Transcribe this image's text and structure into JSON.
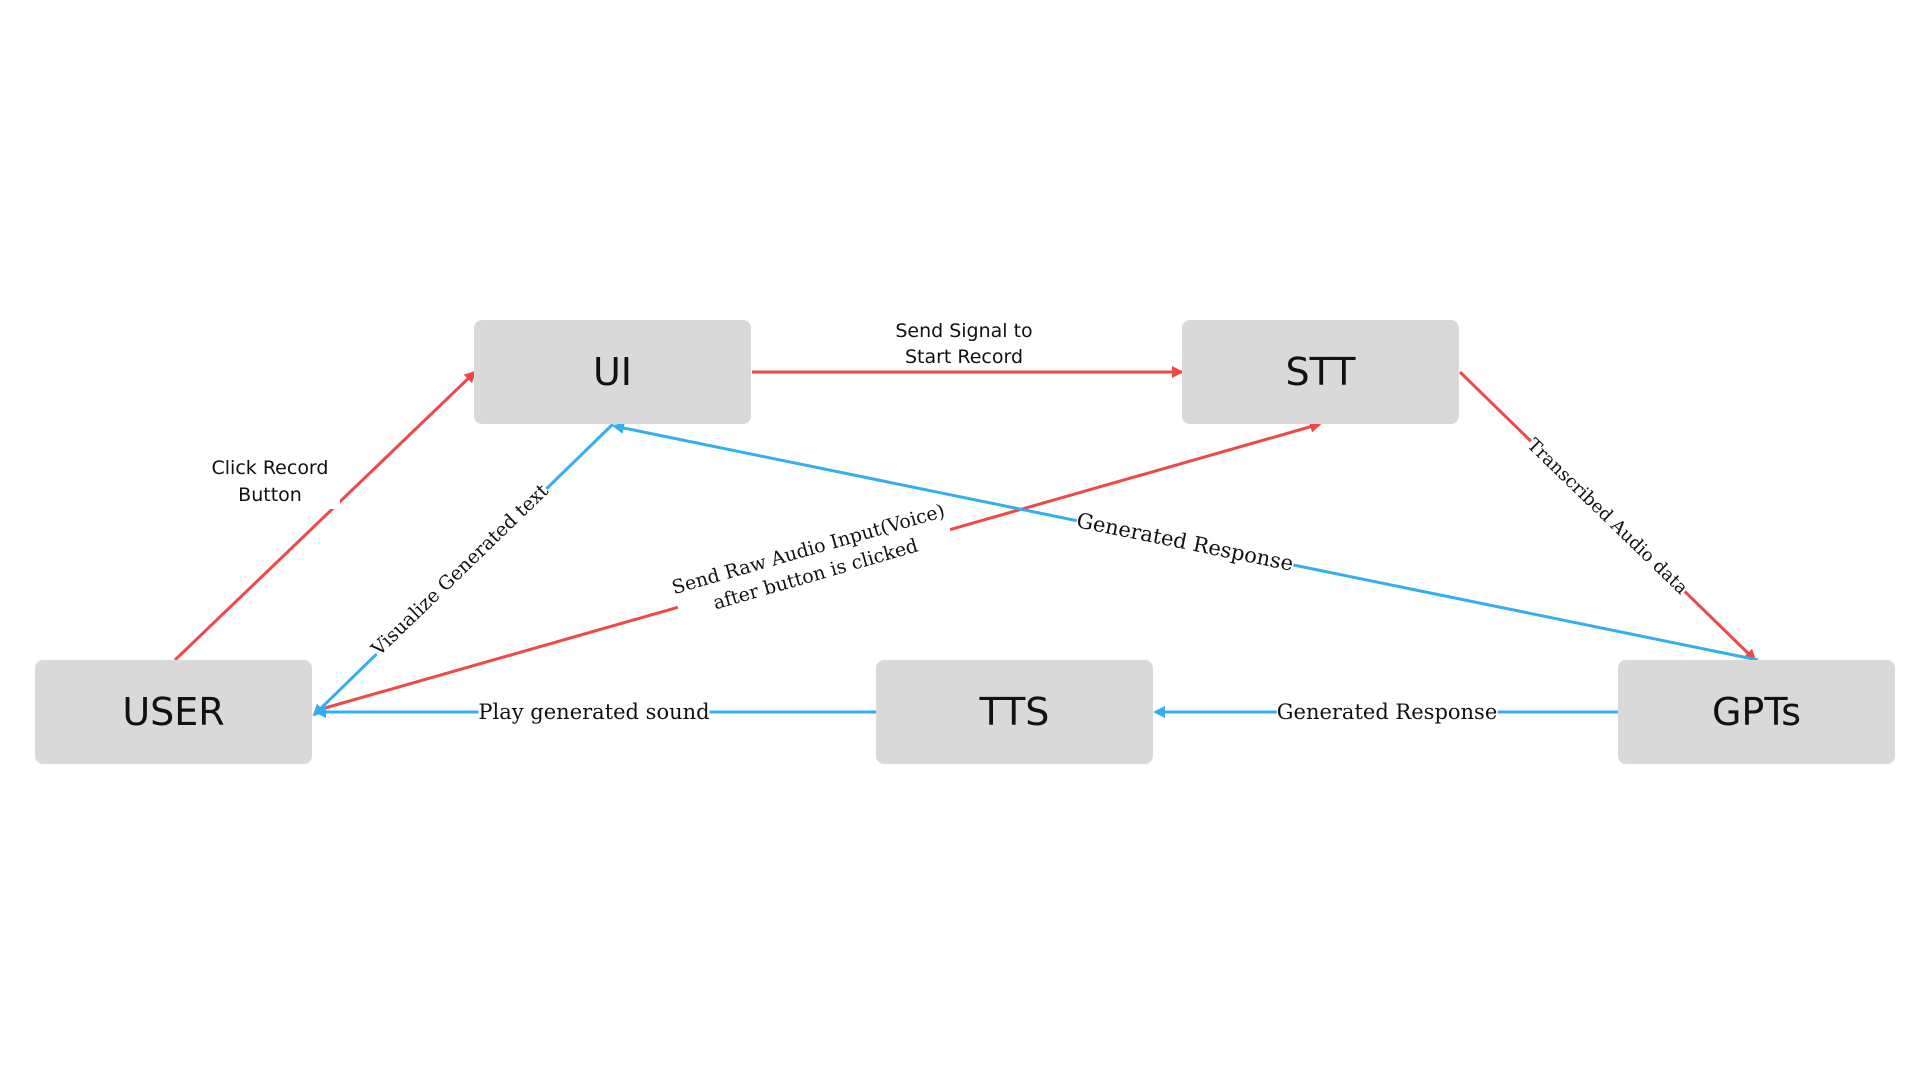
{
  "colors": {
    "box_fill": "#d9d9d9",
    "request_arrow": "#f04848",
    "response_arrow": "#35aef0"
  },
  "nodes": {
    "user": "USER",
    "ui": "UI",
    "stt": "STT",
    "gpts": "GPTs",
    "tts": "TTS"
  },
  "edges": {
    "user_to_ui": {
      "line1": "Click Record",
      "line2": "Button"
    },
    "ui_to_stt": {
      "line1": "Send Signal to",
      "line2": "Start Record"
    },
    "stt_to_gpts": "Transcribed Audio data",
    "ui_to_user": "Visualize Generated text",
    "user_to_stt": {
      "line1": "Send Raw Audio Input(Voice)",
      "line2": "after button is clicked"
    },
    "gpts_to_ui": "Generated Response",
    "gpts_to_tts": "Generated Response",
    "tts_to_user": "Play generated sound"
  }
}
